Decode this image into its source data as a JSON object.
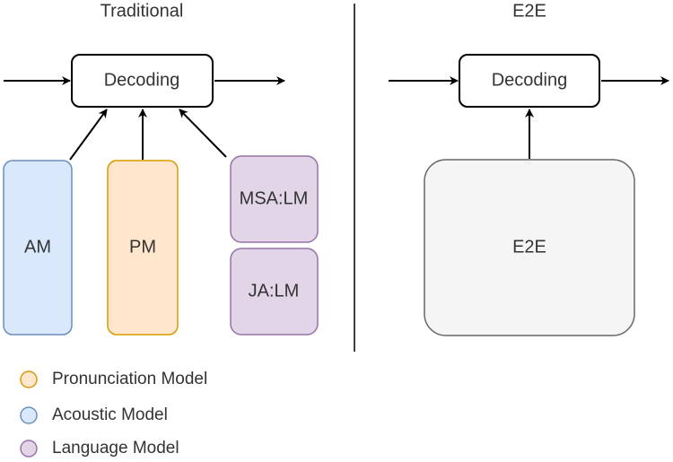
{
  "panels": {
    "traditional": {
      "title": "Traditional",
      "decoding_label": "Decoding",
      "am_label": "AM",
      "pm_label": "PM",
      "msa_lm_label": "MSA:LM",
      "ja_lm_label": "JA:LM"
    },
    "e2e": {
      "title": "E2E",
      "decoding_label": "Decoding",
      "e2e_label": "E2E"
    }
  },
  "legend": {
    "items": [
      {
        "label": "Pronunciation Model",
        "fill": "#FFE6CC",
        "stroke": "#D79B00"
      },
      {
        "label": "Acoustic Model",
        "fill": "#DAE8FC",
        "stroke": "#6C8EBF"
      },
      {
        "label": "Language Model",
        "fill": "#E1D5E7",
        "stroke": "#9673A6"
      }
    ]
  },
  "colors": {
    "pronunciation_fill": "#FFE6CC",
    "pronunciation_stroke": "#D79B00",
    "acoustic_fill": "#DAE8FC",
    "acoustic_stroke": "#6C8EBF",
    "language_fill": "#E1D5E7",
    "language_stroke": "#9673A6",
    "e2e_fill": "#F5F5F5",
    "e2e_stroke": "#666666"
  }
}
